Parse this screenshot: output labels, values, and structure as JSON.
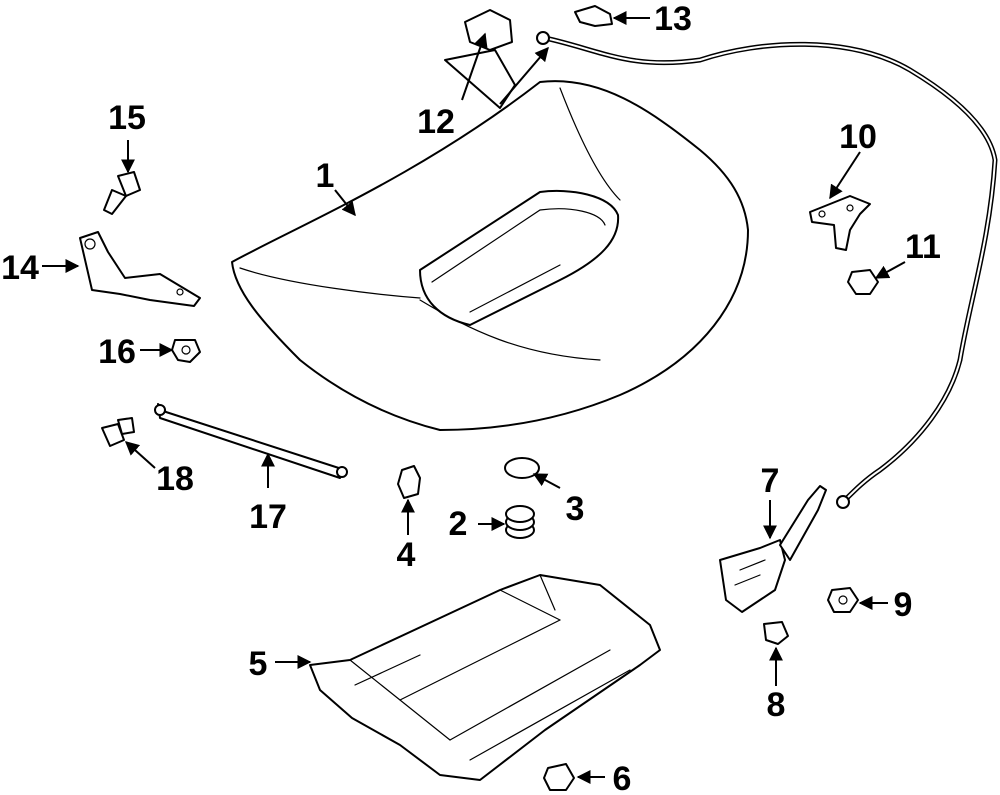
{
  "callouts": [
    {
      "id": "c1",
      "label": "1"
    },
    {
      "id": "c2",
      "label": "2"
    },
    {
      "id": "c3",
      "label": "3"
    },
    {
      "id": "c4",
      "label": "4"
    },
    {
      "id": "c5",
      "label": "5"
    },
    {
      "id": "c6",
      "label": "6"
    },
    {
      "id": "c7",
      "label": "7"
    },
    {
      "id": "c8",
      "label": "8"
    },
    {
      "id": "c9",
      "label": "9"
    },
    {
      "id": "c10",
      "label": "10"
    },
    {
      "id": "c11",
      "label": "11"
    },
    {
      "id": "c12",
      "label": "12"
    },
    {
      "id": "c13",
      "label": "13"
    },
    {
      "id": "c14",
      "label": "14"
    },
    {
      "id": "c15",
      "label": "15"
    },
    {
      "id": "c16",
      "label": "16"
    },
    {
      "id": "c17",
      "label": "17"
    },
    {
      "id": "c18",
      "label": "18"
    }
  ]
}
